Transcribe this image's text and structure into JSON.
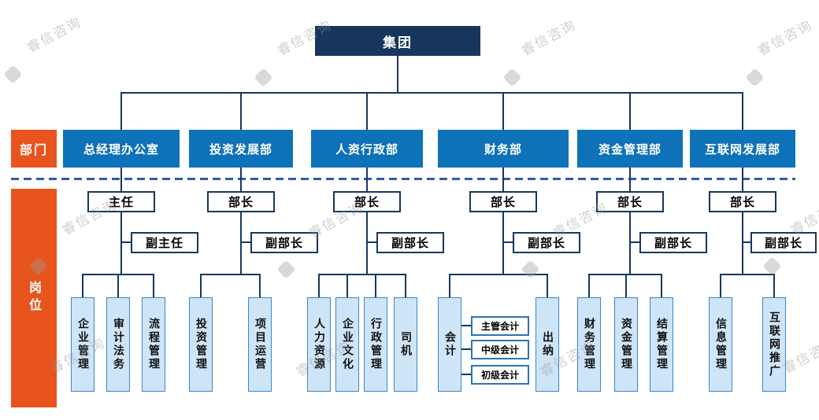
{
  "watermark": {
    "text": "睿信咨询"
  },
  "chart": {
    "root": "集团",
    "row_labels": {
      "department": "部门",
      "position": "岗位"
    },
    "departments": [
      {
        "name": "总经理办公室",
        "leader": "主任",
        "deputy": "副主任",
        "children": [
          "企业管理",
          "审计法务",
          "流程管理"
        ]
      },
      {
        "name": "投资发展部",
        "leader": "部长",
        "deputy": "副部长",
        "children": [
          "投资管理",
          "项目运营"
        ]
      },
      {
        "name": "人资行政部",
        "leader": "部长",
        "deputy": "副部长",
        "children": [
          "人力资源",
          "企业文化",
          "行政管理",
          "司机"
        ]
      },
      {
        "name": "财务部",
        "leader": "部长",
        "deputy": "副部长",
        "children": [
          "会计",
          "出纳"
        ],
        "sub_positions": [
          "主管会计",
          "中级会计",
          "初级会计"
        ]
      },
      {
        "name": "资金管理部",
        "leader": "部长",
        "deputy": "副部长",
        "children": [
          "财务管理",
          "资金管理",
          "结算管理"
        ]
      },
      {
        "name": "互联网发展部",
        "leader": "部长",
        "deputy": "副部长",
        "children": [
          "信息管理",
          "互联网推广"
        ]
      }
    ],
    "colors": {
      "root_bg": "#17365D",
      "dept_bg": "#0E72B8",
      "label_bg": "#E8541D",
      "child_bg": "#CEE5F8",
      "child_border": "#3C85C6",
      "node_border": "#17375E",
      "sub_border": "#2E74B5",
      "line": "#17375E",
      "divider": "#2E5CA8"
    }
  }
}
